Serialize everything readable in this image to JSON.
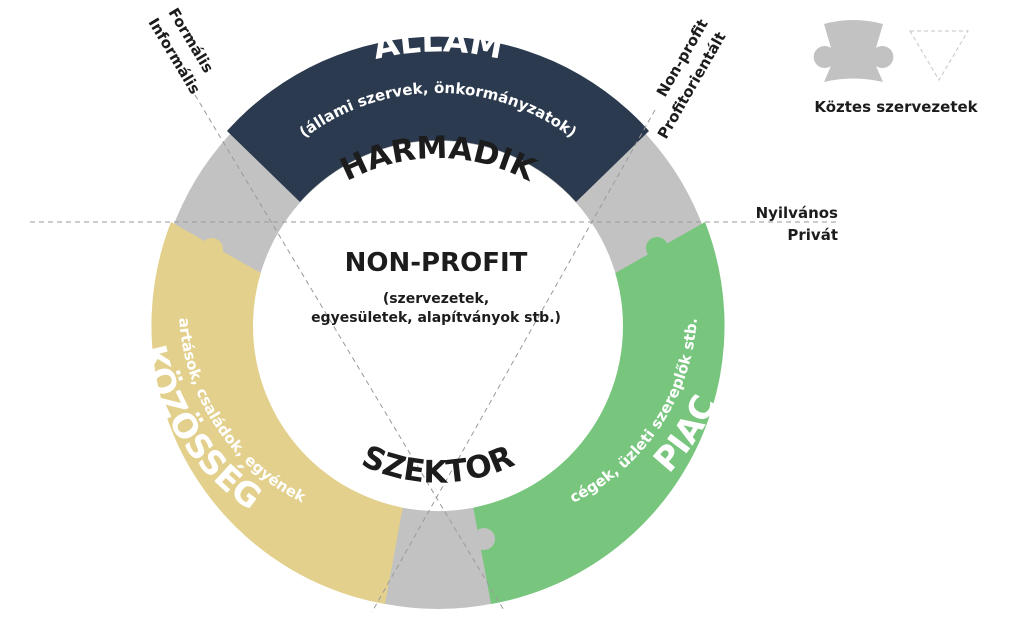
{
  "sectors": {
    "state": {
      "title": "ÁLLAM",
      "subtitle": "(állami szervek, önkormányzatok)",
      "color": "#2b3a4e"
    },
    "market": {
      "title": "PIAC",
      "subtitle": "(cégek, üzleti szereplők stb.)",
      "color": "#78c67e"
    },
    "community": {
      "title": "KÖZÖSSÉG",
      "subtitle": "(háztartások, családok, egyének stb.)",
      "color": "#e2d08c"
    }
  },
  "intermediate_color": "#c2c2c2",
  "third_sector": {
    "arc_top": "HARMADIK",
    "arc_bottom": "SZEKTOR",
    "center_title": "NON-PROFIT",
    "center_sub_line1": "(szervezetek,",
    "center_sub_line2": "egyesületek, alapítványok stb.)"
  },
  "axes": {
    "formal": "Formális",
    "informal": "Informális",
    "nonprofit": "Non-profit",
    "profit": "Profitorientált",
    "public": "Nyilvános",
    "private": "Privát"
  },
  "legend": {
    "label": "Köztes szervezetek"
  }
}
